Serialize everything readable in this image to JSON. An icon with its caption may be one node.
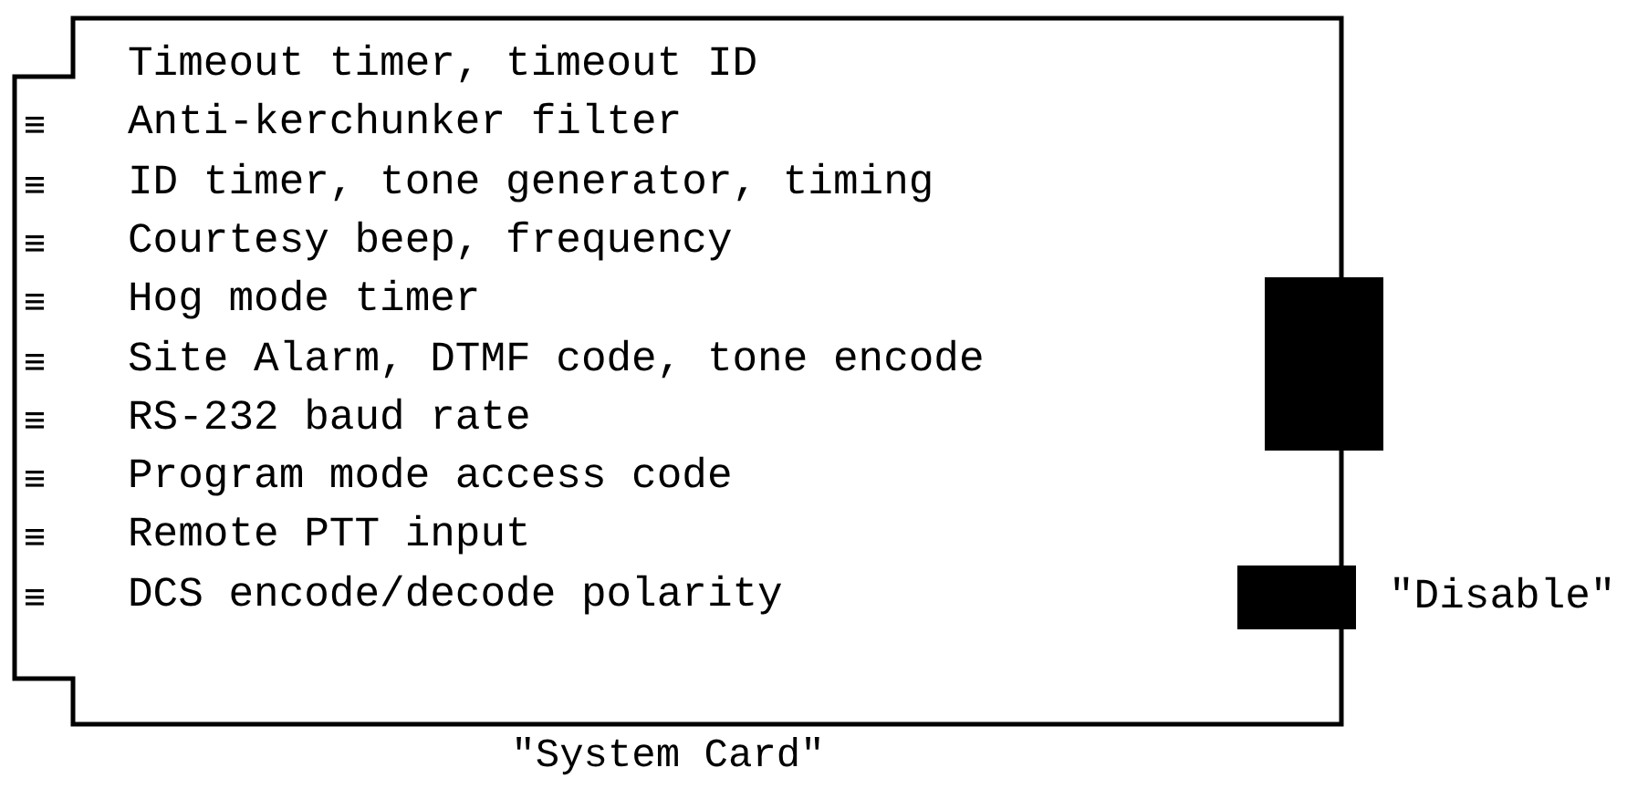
{
  "diagram": {
    "nodes": [
      {
        "text": [
          "\"System Card\""
        ]
      },
      {
        "text": [],
        "shape": "box"
      },
      {
        "text": [],
        "shape": "box",
        "beside": [
          "\"Disable\""
        ]
      }
    ],
    "labels": [
      "Timeout timer, timeout ID",
      "Anti-kerchunker filter",
      "ID timer, tone generator, timing",
      "Courtesy beep, frequency",
      "Hog mode timer",
      "Site Alarm, DTMF code, tone encode",
      "RS-232 baud rate",
      "Program mode access code",
      "Remote PTT input",
      "DCS encode/decode polarity"
    ]
  }
}
